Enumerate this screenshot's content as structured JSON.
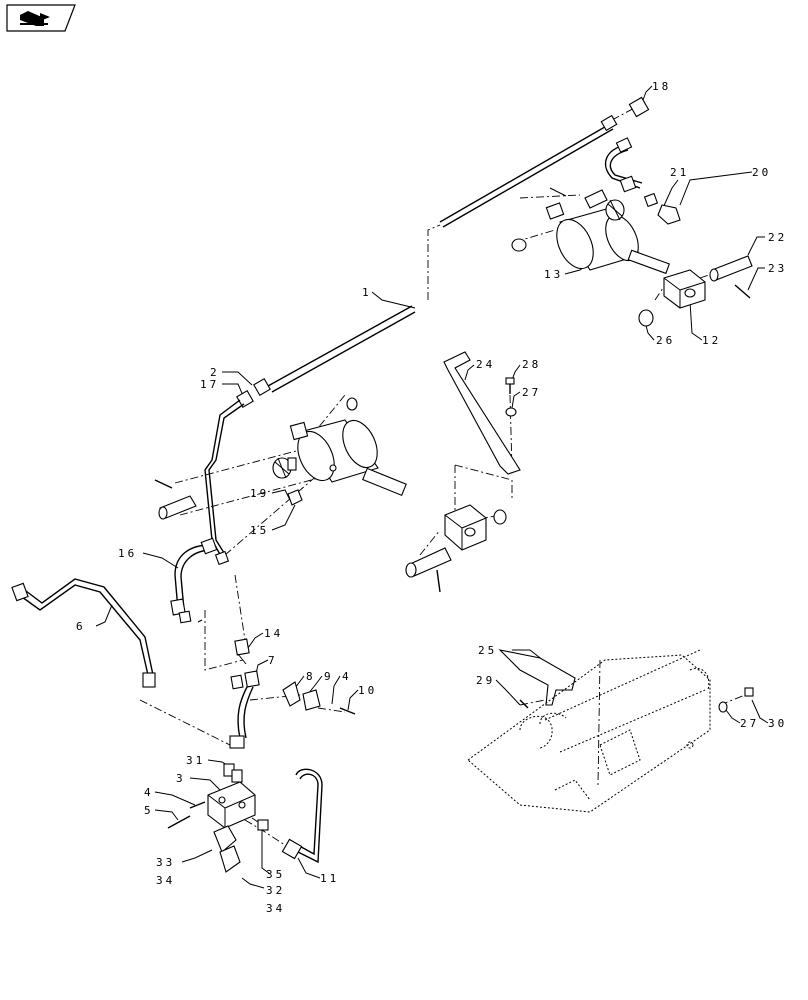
{
  "nav_icon": "folder-arrow-icon",
  "callouts": {
    "c1": "1",
    "c2": "2",
    "c3": "3",
    "c4a": "4",
    "c4b": "4",
    "c5": "5",
    "c6": "6",
    "c7": "7",
    "c8": "8",
    "c9": "9",
    "c10": "10",
    "c11": "11",
    "c12": "12",
    "c13": "13",
    "c14": "14",
    "c15": "15",
    "c16": "16",
    "c17": "17",
    "c18": "18",
    "c19": "19",
    "c20": "20",
    "c21": "21",
    "c22": "22",
    "c23": "23",
    "c24": "24",
    "c25": "25",
    "c26": "26",
    "c27a": "27",
    "c27b": "27",
    "c28": "28",
    "c29": "29",
    "c30": "30",
    "c31": "31",
    "c32": "32",
    "c33": "33",
    "c34a": "34",
    "c34b": "34",
    "c35": "35"
  }
}
